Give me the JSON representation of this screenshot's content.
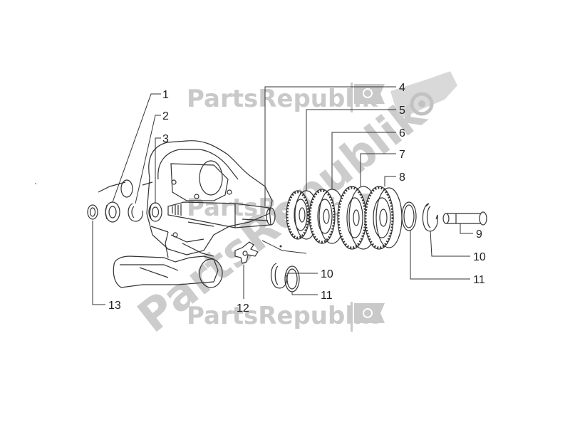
{
  "watermark": {
    "brand": "PartsRepublik"
  },
  "callouts": [
    {
      "id": "1",
      "label": "1"
    },
    {
      "id": "2",
      "label": "2"
    },
    {
      "id": "3",
      "label": "3"
    },
    {
      "id": "4",
      "label": "4"
    },
    {
      "id": "5",
      "label": "5"
    },
    {
      "id": "6",
      "label": "6"
    },
    {
      "id": "7",
      "label": "7"
    },
    {
      "id": "8",
      "label": "8"
    },
    {
      "id": "9",
      "label": "9"
    },
    {
      "id": "10a",
      "label": "10"
    },
    {
      "id": "11a",
      "label": "11"
    },
    {
      "id": "10b",
      "label": "10"
    },
    {
      "id": "11b",
      "label": "11"
    },
    {
      "id": "12",
      "label": "12"
    },
    {
      "id": "13",
      "label": "13"
    }
  ],
  "colors": {
    "line": "#333333",
    "watermark": "#c9c9c9",
    "background": "#ffffff"
  }
}
